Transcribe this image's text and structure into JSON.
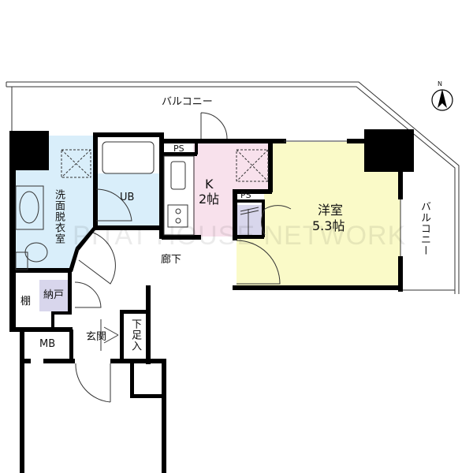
{
  "rooms": {
    "balcony_top": "バルコニー",
    "balcony_right": "バルコニー",
    "washroom": "洗面脱衣室",
    "unit_bath": "UB",
    "kitchen": "K",
    "kitchen_size": "2帖",
    "ps_top": "PS",
    "ps_mid": "PS",
    "western_room": "洋室",
    "western_room_size": "5.3帖",
    "corridor": "廊下",
    "shelf": "棚",
    "storage": "納戸",
    "meter_box": "MB",
    "entrance": "玄関",
    "shoe_closet": "下足入"
  },
  "compass": {
    "label": "N"
  },
  "watermark": "PITAT HOUSE NETWORK",
  "colors": {
    "washroom": "#d9eefa",
    "kitchen": "#f8e1ec",
    "western": "#fafac8",
    "storage": "#d8d6ec",
    "wall": "#000000"
  }
}
